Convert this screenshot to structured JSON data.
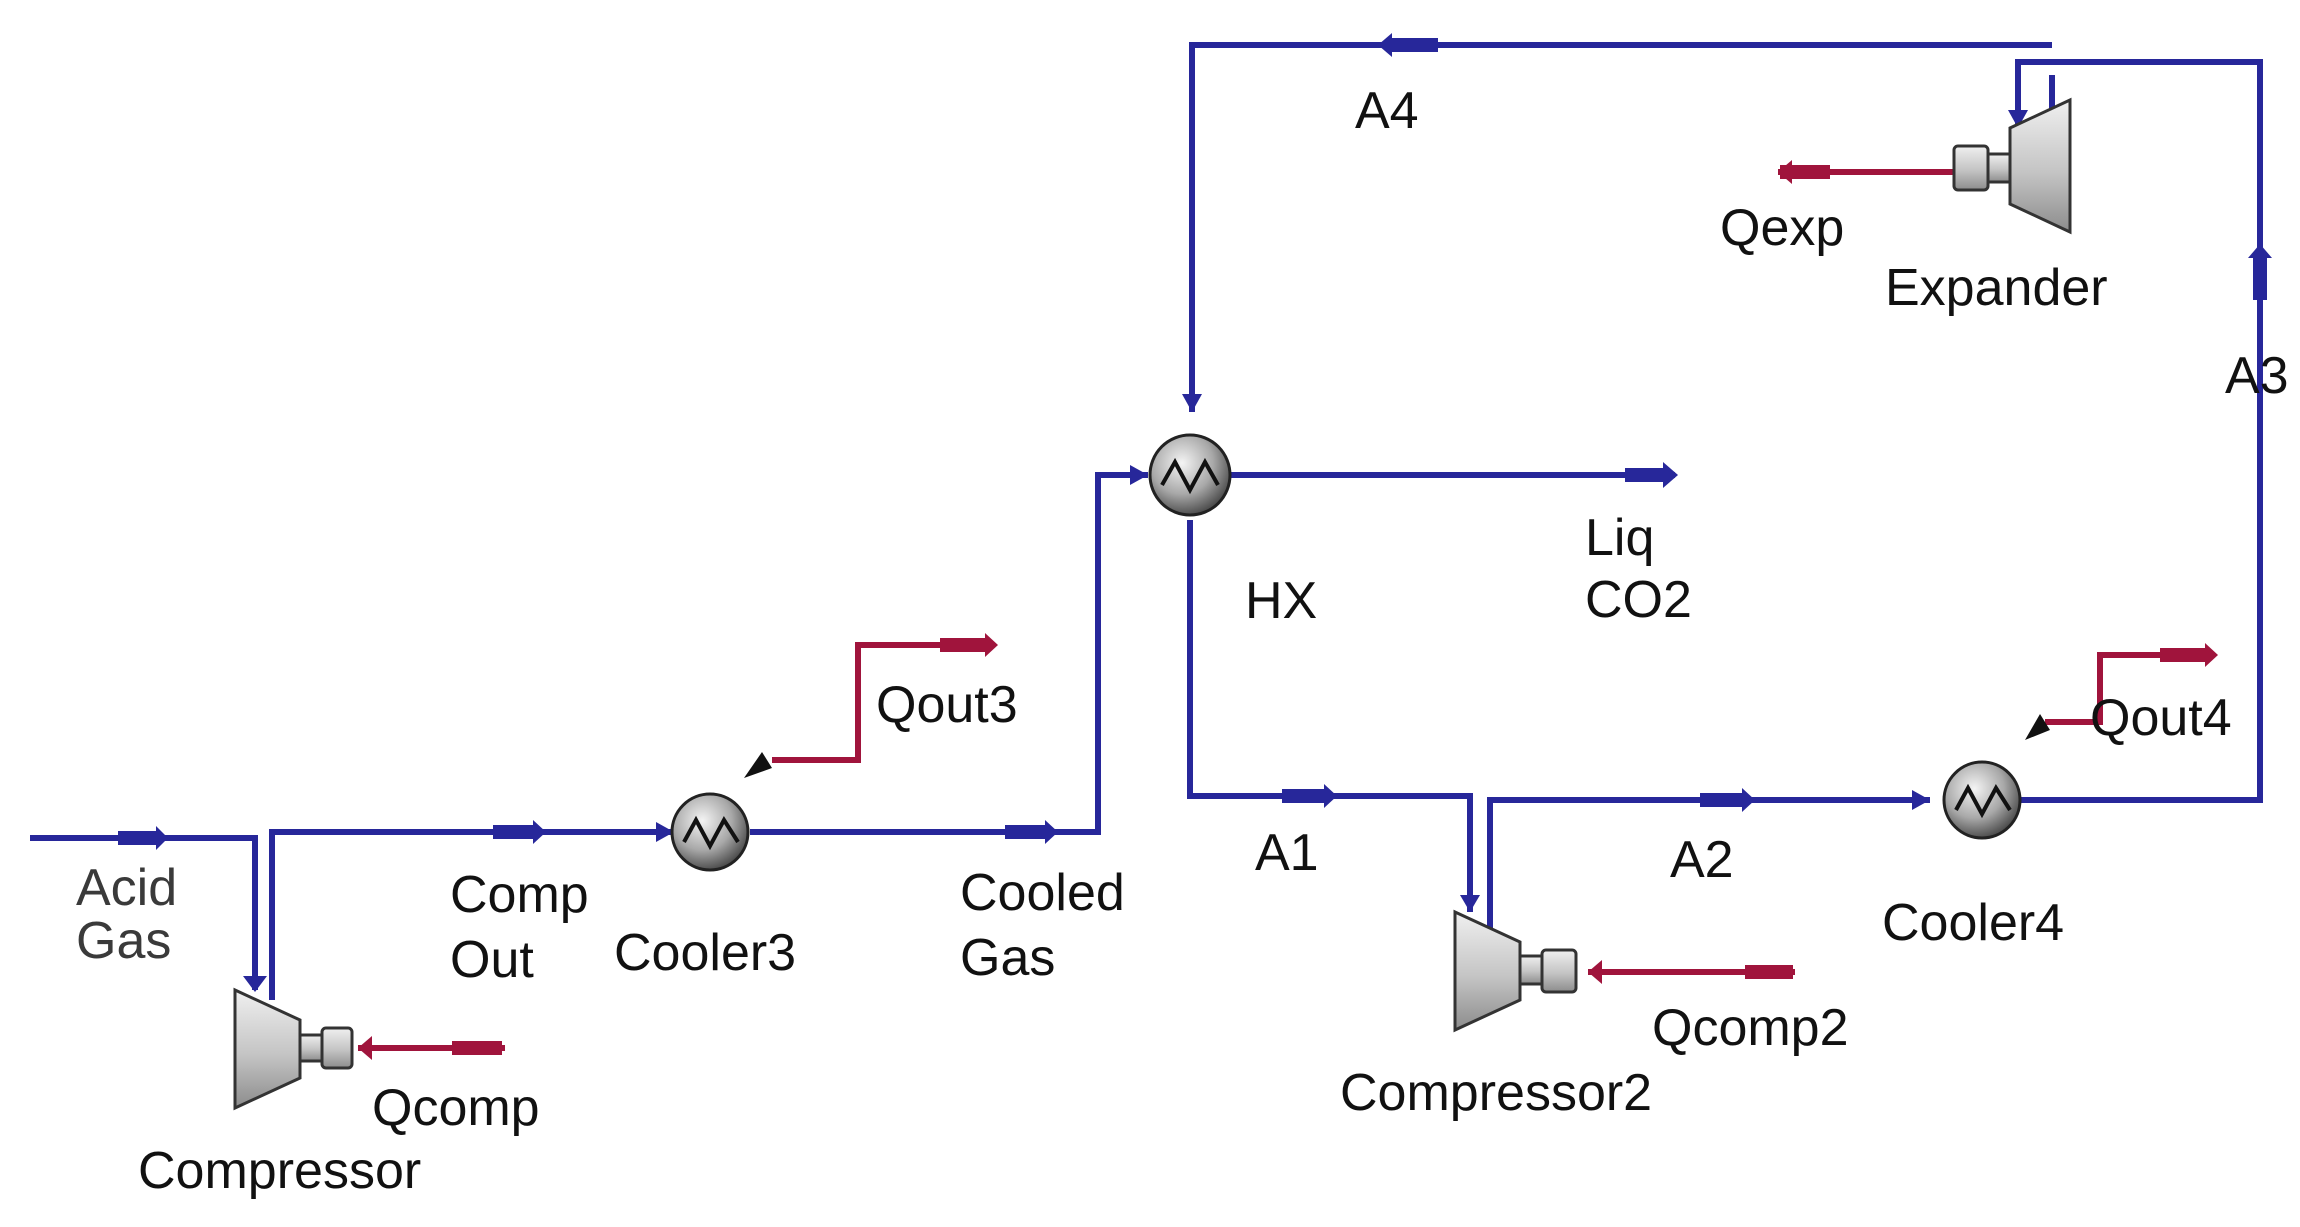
{
  "colors": {
    "material_stream": "#27279a",
    "energy_stream": "#a0143c",
    "equipment_fill": "#c8c8c8",
    "equipment_stroke": "#333333",
    "text": "#111111"
  },
  "equipment": {
    "compressor": {
      "label": "Compressor",
      "icon": "compressor-icon"
    },
    "cooler3": {
      "label": "Cooler3",
      "icon": "heat-exchanger-icon"
    },
    "hx": {
      "label": "HX",
      "icon": "heat-exchanger-icon"
    },
    "compressor2": {
      "label": "Compressor2",
      "icon": "compressor-icon"
    },
    "cooler4": {
      "label": "Cooler4",
      "icon": "heat-exchanger-icon"
    },
    "expander": {
      "label": "Expander",
      "icon": "expander-icon"
    }
  },
  "streams": {
    "acid_gas": {
      "line1": "Acid",
      "line2": "Gas"
    },
    "comp_out": {
      "line1": "Comp",
      "line2": "Out"
    },
    "cooled_gas": {
      "line1": "Cooled",
      "line2": "Gas"
    },
    "liq_co2": {
      "line1": "Liq",
      "line2": "CO2"
    },
    "a1": "A1",
    "a2": "A2",
    "a3": "A3",
    "a4": "A4"
  },
  "energy_streams": {
    "qcomp": "Qcomp",
    "qout3": "Qout3",
    "qcomp2": "Qcomp2",
    "qout4": "Qout4",
    "qexp": "Qexp"
  }
}
